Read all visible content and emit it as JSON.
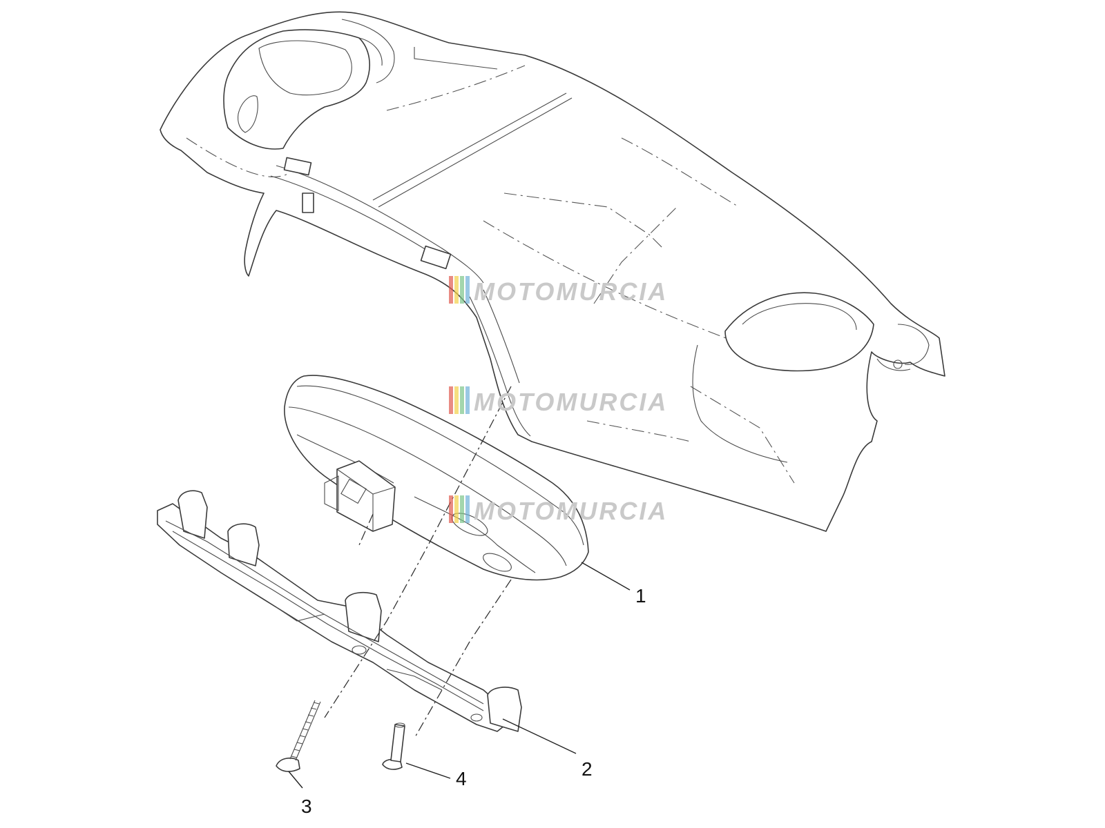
{
  "diagram": {
    "watermark_text": "MOTOMURCIA",
    "watermark_stripe_colors": [
      "#e05a4f",
      "#f2d24a",
      "#7cc58a",
      "#6fb0d8"
    ],
    "callouts": [
      {
        "id": "1",
        "label": "1"
      },
      {
        "id": "2",
        "label": "2"
      },
      {
        "id": "3",
        "label": "3"
      },
      {
        "id": "4",
        "label": "4"
      }
    ]
  }
}
